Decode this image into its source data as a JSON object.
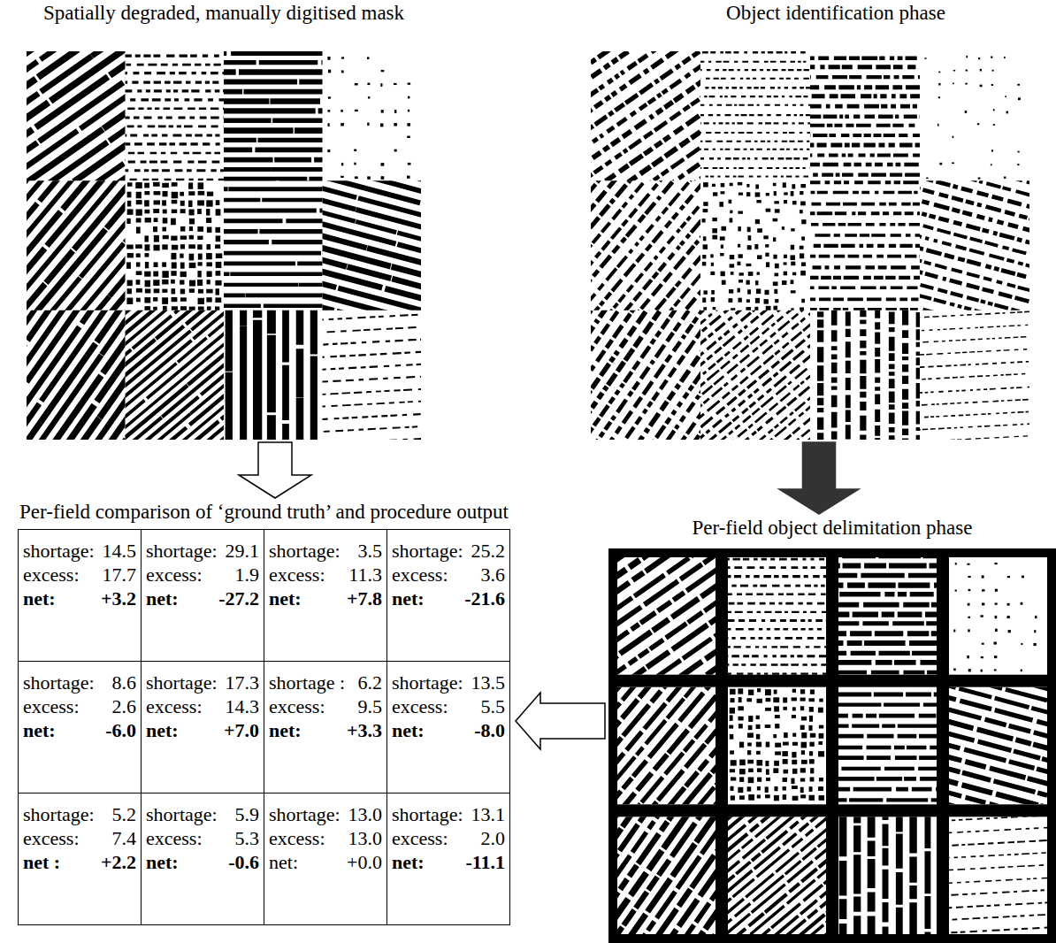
{
  "diagram": {
    "nodes": [
      {
        "text": [
          "Spatially degraded, manually digitised mask"
        ]
      },
      {
        "text": [
          "Object identification phase"
        ]
      },
      {
        "text": [
          "Per-field comparison of ‘ground truth’ and procedure output"
        ]
      },
      {
        "text": [
          "shortage:",
          "14.5",
          "excess:",
          "17.7",
          "net:",
          "+3.2"
        ],
        "in": 2
      },
      {
        "text": [
          "shortage:",
          "29.1",
          "excess:",
          "1.9",
          "net:",
          "-27.2"
        ],
        "in": 2
      },
      {
        "text": [
          "shortage:",
          "3.5",
          "excess:",
          "11.3",
          "net:",
          "+7.8"
        ],
        "in": 2
      },
      {
        "text": [
          "shortage:",
          "25.2",
          "excess:",
          "3.6",
          "net:",
          "-21.6"
        ],
        "in": 2
      },
      {
        "text": [
          "shortage:",
          "8.6",
          "excess:",
          "2.6",
          "net:",
          "-6.0"
        ],
        "in": 2
      },
      {
        "text": [
          "shortage:",
          "17.3",
          "excess:",
          "14.3",
          "net:",
          "+7.0"
        ],
        "in": 2
      },
      {
        "text": [
          "shortage :",
          "6.2",
          "excess:",
          "9.5",
          "net:",
          "+3.3"
        ],
        "in": 2
      },
      {
        "text": [
          "shortage:",
          "13.5",
          "excess:",
          "5.5",
          "net:",
          "-8.0"
        ],
        "in": 2
      },
      {
        "text": [
          "shortage:",
          "5.2",
          "excess:",
          "7.4",
          "net :",
          "+2.2"
        ],
        "in": 2
      },
      {
        "text": [
          "shortage:",
          "5.9",
          "excess:",
          "5.3",
          "net:",
          "-0.6"
        ],
        "in": 2
      },
      {
        "text": [
          "shortage:",
          "13.0",
          "excess:",
          "13.0",
          "net:",
          "+0.0"
        ],
        "in": 2
      },
      {
        "text": [
          "shortage:",
          "13.1",
          "excess:",
          "2.0",
          "net:",
          "-11.1"
        ],
        "in": 2
      },
      {
        "text": [
          "Per-field object delimitation phase"
        ]
      }
    ],
    "edges": [
      {
        "from": 0,
        "to": 2,
        "arrow": "to"
      },
      {
        "from": 1,
        "to": 15,
        "arrow": "to"
      },
      {
        "from": 15,
        "to": 2,
        "arrow": "to"
      }
    ]
  }
}
